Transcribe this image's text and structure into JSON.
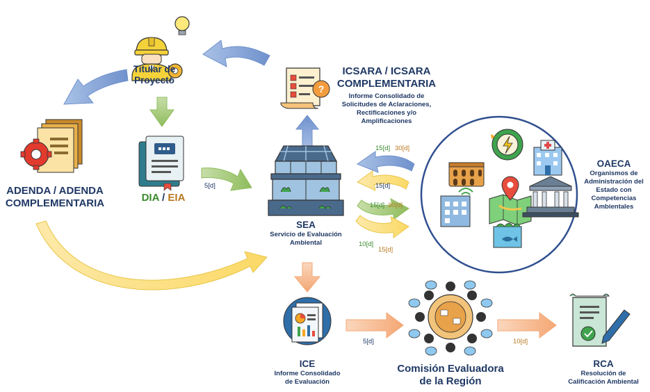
{
  "titular": {
    "line1": "Titular de",
    "line2": "Proyecto"
  },
  "icsara": {
    "title1": "ICSARA / ICSARA",
    "title2": "COMPLEMENTARIA",
    "desc1": "Informe Consolidado de",
    "desc2": "Solicitudes de Aclaraciones,",
    "desc3": "Rectificaciones y/o",
    "desc4": "Amplificaciones"
  },
  "adenda": {
    "line1": "ADENDA / ADENDA",
    "line2": "COMPLEMENTARIA"
  },
  "dia_eia": {
    "dia": "DIA",
    "sep": " / ",
    "eia": "EIA"
  },
  "sea": {
    "title": "SEA",
    "desc1": "Servicio de Evaluación",
    "desc2": "Ambiental"
  },
  "oaeca": {
    "title": "OAECA",
    "desc1": "Organismos de",
    "desc2": "Administración del",
    "desc3": "Estado con",
    "desc4": "Competencias",
    "desc5": "Ambientales"
  },
  "ice": {
    "title": "ICE",
    "desc1": "Informe Consolidado",
    "desc2": "de Evaluación"
  },
  "comision": {
    "line1": "Comisión Evaluadora",
    "line2": "de la Región"
  },
  "rca": {
    "title": "RCA",
    "desc1": "Resolución de",
    "desc2": "Calificación Ambiental"
  },
  "durations": {
    "dia_to_sea": "5[d]",
    "oaeca_arrow1_a": "15[d]",
    "oaeca_arrow1_b": "30[d]",
    "oaeca_arrow2": "15[d]",
    "oaeca_arrow3_a": "15[d]",
    "oaeca_arrow3_b": "30[d]",
    "oaeca_arrow4_a": "10[d]",
    "oaeca_arrow4_b": "15[d]",
    "ice_to_comision": "5[d]",
    "comision_to_rca": "10[d]"
  },
  "colors": {
    "navy": "#1f3864",
    "blue_arrow": "#7e9fd3",
    "green_arrow": "#9bc36a",
    "orange_arrow": "#f4b183",
    "yellow_arrow": "#fbe591",
    "green_text": "#3a8a2e",
    "brown_text": "#b7791f",
    "circle_border": "#2f4f8f"
  }
}
